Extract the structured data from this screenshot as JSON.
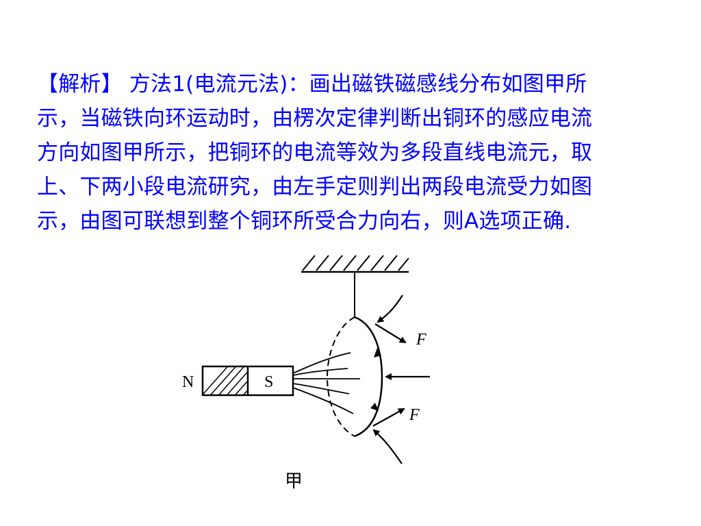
{
  "paragraph": {
    "line1": "【解析】 方法1(电流元法)：画出磁铁磁感线分布如图甲所",
    "line2": "示，当磁铁向环运动时，由楞次定律判断出铜环的感应电流",
    "line3": "方向如图甲所示，把铜环的电流等效为多段直线电流元，取",
    "line4": "上、下两小段电流研究，由左手定则判出两段电流受力如图",
    "line5": "示，由图可联想到整个铜环所受合力向右，则A选项正确."
  },
  "figure": {
    "pole_north": "N",
    "pole_south": "S",
    "force_upper": "F",
    "force_lower": "F",
    "caption": "甲"
  },
  "colors": {
    "text": "#0000FF",
    "diagram": "#000000",
    "background": "#FFFFFF"
  }
}
